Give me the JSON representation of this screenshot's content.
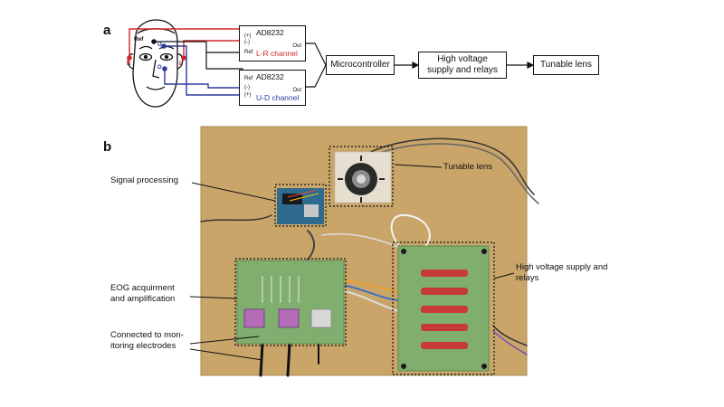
{
  "panel_a": {
    "letter": "a",
    "amp1": {
      "name": "AD8232",
      "pin_plus": "(+)",
      "pin_minus": "(-)",
      "pin_ref": "Ref",
      "out": "Out",
      "channel": "L-R channel"
    },
    "amp2": {
      "name": "AD8232",
      "pin_ref": "Ref",
      "pin_minus": "(-)",
      "pin_plus": "(+)",
      "out": "Out",
      "channel": "U-D channel"
    },
    "electrodes": {
      "ref": "Ref",
      "u": "U",
      "d": "D",
      "r": "R",
      "l": "L"
    },
    "blocks": {
      "microcontroller": "Microcontroller",
      "high_voltage": "High voltage supply and relays",
      "tunable_lens": "Tunable lens"
    },
    "colors": {
      "lr_channel": "#d62728",
      "ud_channel": "#2b3a9a"
    }
  },
  "panel_b": {
    "letter": "b",
    "callouts": {
      "signal_processing": "Signal processing",
      "tunable_lens": "Tunable lens",
      "eog": "EOG acquirment and amplification",
      "electrodes": "Connected to mon- itoring electrodes",
      "hv": "High voltage supply and relays"
    },
    "colors": {
      "board": "#c9a56a",
      "pcb": "#7fae6f",
      "relay": "#c83a3a"
    }
  }
}
